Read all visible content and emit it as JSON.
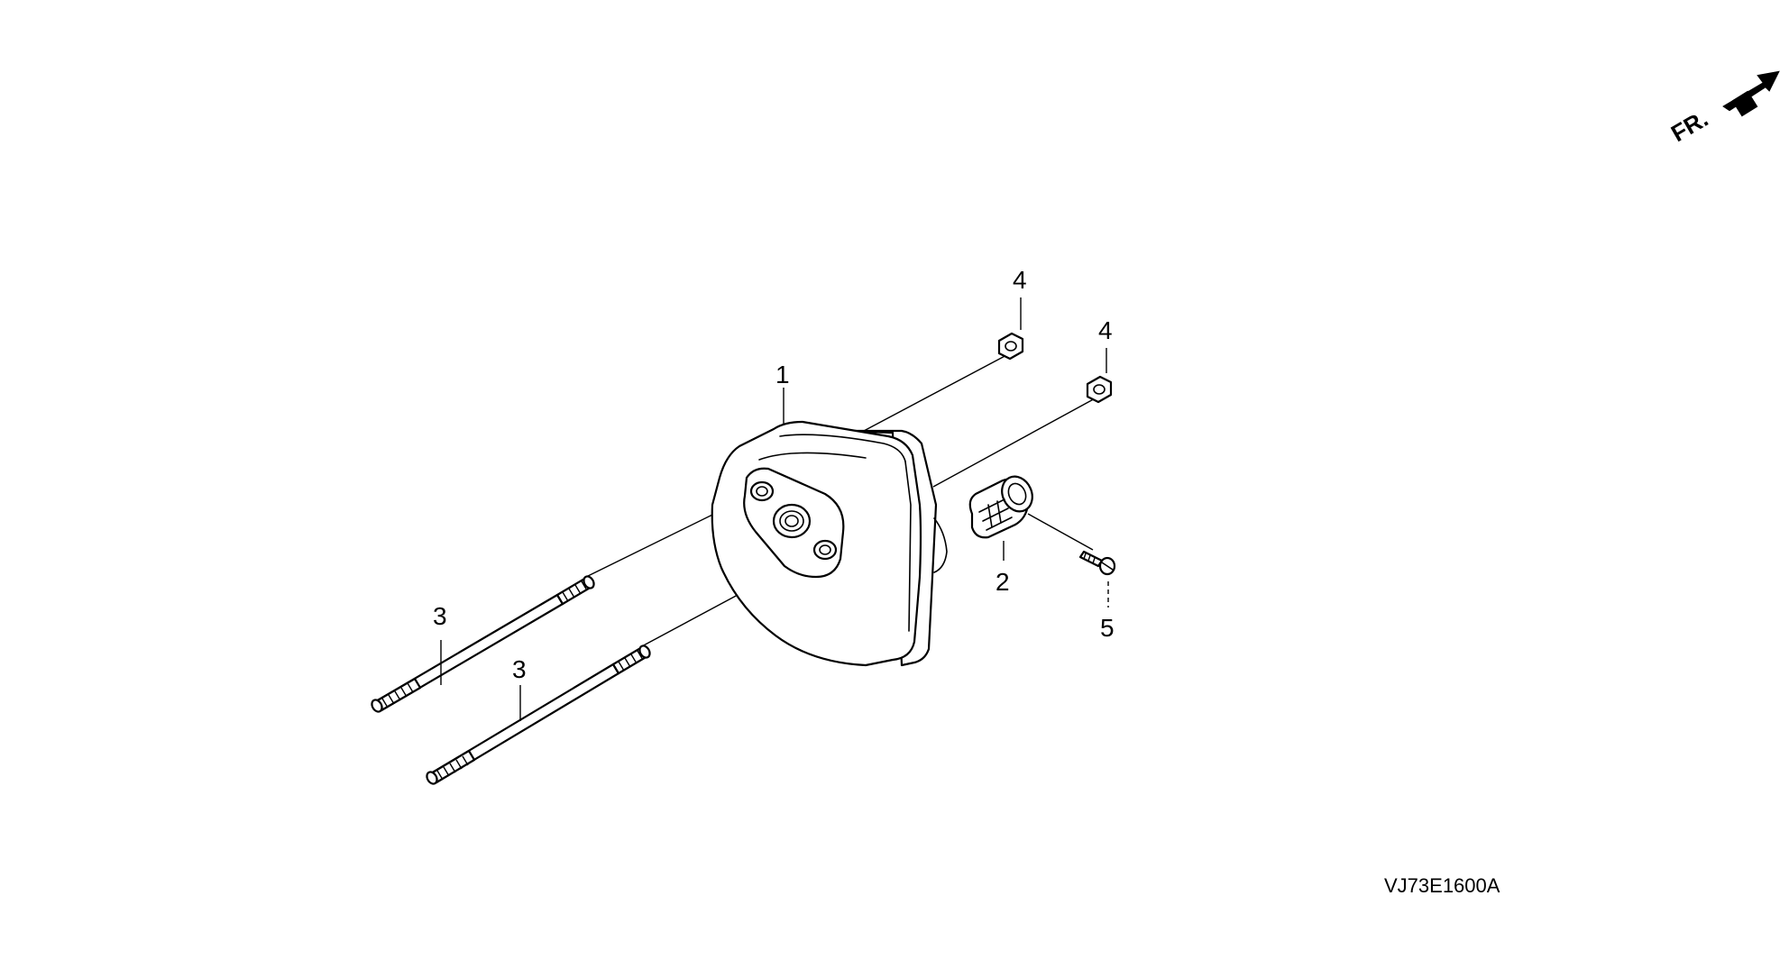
{
  "diagram": {
    "direction_label": "FR.",
    "drawing_code": "VJ73E1600A",
    "callouts": {
      "muffler": "1",
      "spark_arrester": "2",
      "stud_bolt_upper": "3",
      "stud_bolt_lower": "3",
      "nut_upper": "4",
      "nut_right": "4",
      "screw": "5"
    },
    "icons": {
      "direction_arrow": "front-direction-arrow-icon"
    }
  }
}
